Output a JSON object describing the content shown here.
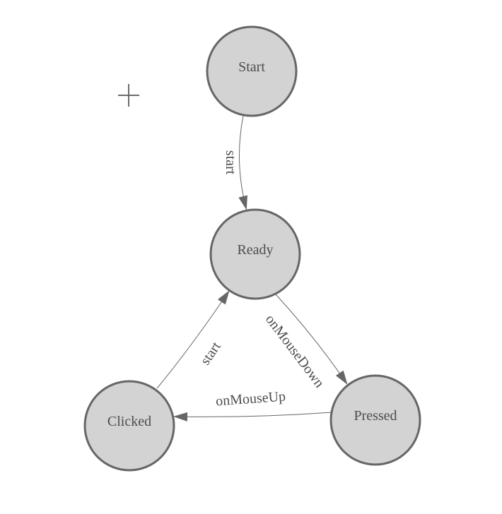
{
  "colors": {
    "background": "#ffffff",
    "node_fill": "#d3d3d3",
    "node_stroke": "#666666",
    "edge_stroke": "#666666",
    "arrow_fill": "#666666",
    "label_text": "#4d4d4d",
    "crosshair": "#6b6b6b"
  },
  "diagram": {
    "type": "state-machine",
    "nodes": [
      {
        "id": "start",
        "label": "Start"
      },
      {
        "id": "ready",
        "label": "Ready"
      },
      {
        "id": "clicked",
        "label": "Clicked"
      },
      {
        "id": "pressed",
        "label": "Pressed"
      }
    ],
    "edges": [
      {
        "from": "Start",
        "to": "Ready",
        "label": "start"
      },
      {
        "from": "Clicked",
        "to": "Ready",
        "label": "start"
      },
      {
        "from": "Ready",
        "to": "Pressed",
        "label": "onMouseDown"
      },
      {
        "from": "Pressed",
        "to": "Clicked",
        "label": "onMouseUp"
      }
    ],
    "markers": {
      "crosshair_glyph": "+"
    }
  }
}
